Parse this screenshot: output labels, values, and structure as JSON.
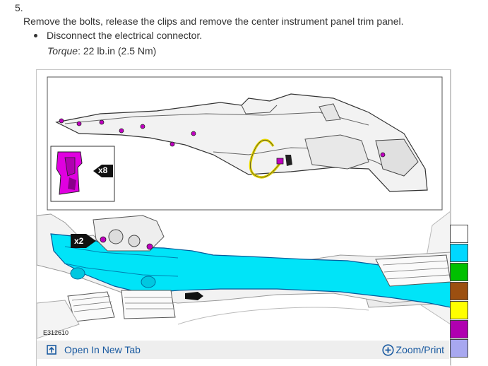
{
  "step": {
    "number": "5.",
    "instruction": "Remove the bolts, release the clips and remove the center instrument panel trim panel.",
    "bullet": "Disconnect the electrical connector.",
    "torque_label": "Torque",
    "torque_value": ": 22 lb.in (2.5 Nm)"
  },
  "figure": {
    "id": "E312610",
    "callout_clips": "x8",
    "callout_bolts": "x2",
    "open_tab_label": "Open In New Tab",
    "zoom_label": "Zoom/Print"
  },
  "legend_colors": [
    "#ffffff",
    "#00d7ff",
    "#00c000",
    "#9c4f10",
    "#ffff00",
    "#b000b0",
    "#a8a8f0"
  ],
  "icons": {
    "open_tab": "open-in-new-tab-icon",
    "zoom": "zoom-plus-icon"
  }
}
